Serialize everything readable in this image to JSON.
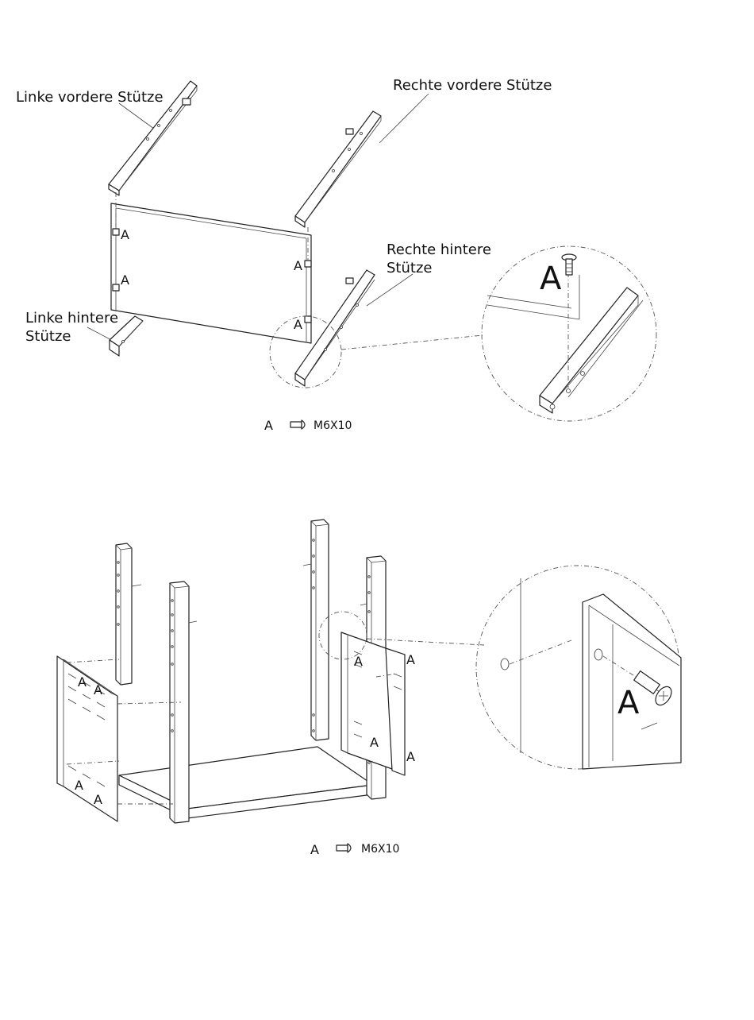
{
  "step1": {
    "labels": {
      "left_front": "Linke vordere Stütze",
      "right_front": "Rechte vordere Stütze",
      "right_rear": [
        "Rechte hintere",
        "Stütze"
      ],
      "left_rear": [
        "Linke hintere",
        "Stütze"
      ]
    },
    "screw_marker": "A",
    "detail_marker": "A",
    "legend": {
      "marker": "A",
      "part": "M6X10"
    }
  },
  "step2": {
    "screw_marker": "A",
    "detail_marker": "A",
    "legend": {
      "marker": "A",
      "part": "M6X10"
    }
  }
}
